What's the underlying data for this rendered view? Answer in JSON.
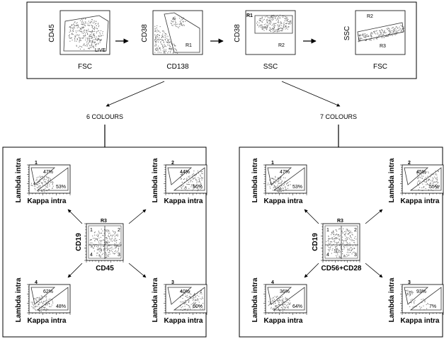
{
  "top_panel": {
    "plots": [
      {
        "y_label": "CD45",
        "x_label": "FSC",
        "gate_labels": [
          "LIVE"
        ]
      },
      {
        "y_label": "CD38",
        "x_label": "CD138",
        "gate_labels": [
          "R1"
        ]
      },
      {
        "y_label": "CD38",
        "x_label": "SSC",
        "gate_labels": [
          "R1",
          "R2"
        ]
      },
      {
        "y_label": "SSC",
        "x_label": "FSC",
        "gate_labels": [
          "R2",
          "R3"
        ]
      }
    ]
  },
  "branches": {
    "left_label": "6 COLOURS",
    "right_label": "7 COLOURS"
  },
  "left_panel": {
    "center": {
      "y_label": "CD19",
      "x_label": "CD45",
      "gate_label": "R3",
      "quadrants": [
        "1",
        "2",
        "4",
        "3"
      ]
    },
    "satellites": [
      {
        "id": "1",
        "y_label": "Lambda intra",
        "x_label": "Kappa intra",
        "upper_pct": "47%",
        "lower_pct": "53%"
      },
      {
        "id": "2",
        "y_label": "Lambda intra",
        "x_label": "Kappa intra",
        "upper_pct": "44%",
        "lower_pct": "56%"
      },
      {
        "id": "4",
        "y_label": "Lambda intra",
        "x_label": "Kappa intra",
        "upper_pct": "62%",
        "lower_pct": "48%"
      },
      {
        "id": "3",
        "y_label": "Lambda intra",
        "x_label": "Kappa intra",
        "upper_pct": "40%",
        "lower_pct": "60%"
      }
    ]
  },
  "right_panel": {
    "center": {
      "y_label": "CD19",
      "x_label": "CD56+CD28",
      "gate_label": "R3",
      "quadrants": [
        "1",
        "2",
        "4",
        "3"
      ]
    },
    "satellites": [
      {
        "id": "1",
        "y_label": "Lambda intra",
        "x_label": "Kappa intra",
        "upper_pct": "47%",
        "lower_pct": "53%"
      },
      {
        "id": "2",
        "y_label": "Lambda intra",
        "x_label": "Kappa intra",
        "upper_pct": "45%",
        "lower_pct": "55%"
      },
      {
        "id": "4",
        "y_label": "Lambda intra",
        "x_label": "Kappa intra",
        "upper_pct": "36%",
        "lower_pct": "64%"
      },
      {
        "id": "3",
        "y_label": "Lambda intra",
        "x_label": "Kappa intra",
        "upper_pct": "93%",
        "lower_pct": "7%"
      }
    ]
  }
}
